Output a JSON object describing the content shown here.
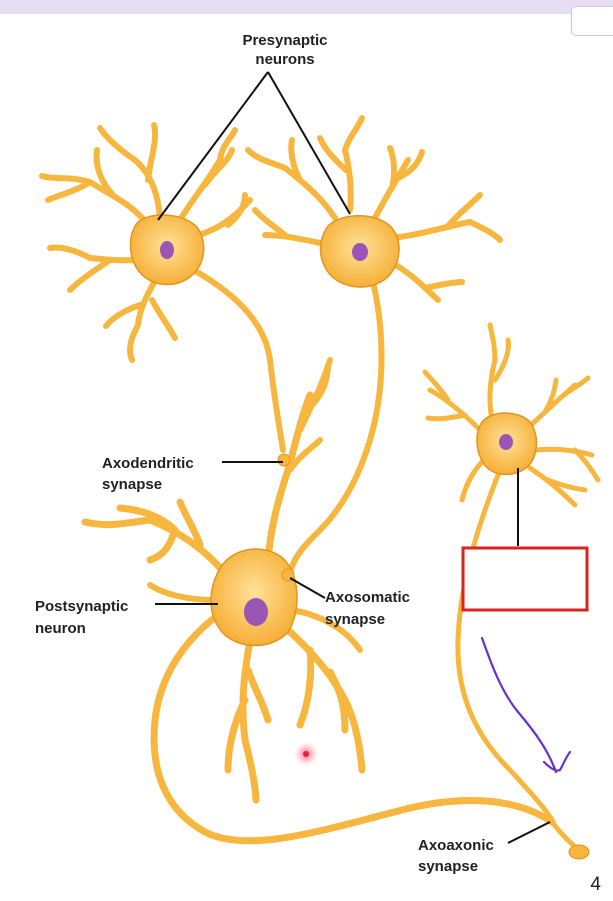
{
  "labels": {
    "presynaptic_line1": "Presynaptic",
    "presynaptic_line2": "neurons",
    "axodendritic_line1": "Axodendritic",
    "axodendritic_line2": "synapse",
    "postsynaptic_line1": "Postsynaptic",
    "postsynaptic_line2": "neuron",
    "axosomatic_line1": "Axosomatic",
    "axosomatic_line2": "synapse",
    "axoaxonic_line1": "Axoaxonic",
    "axoaxonic_line2": "synapse"
  },
  "page_number": "4",
  "colors": {
    "neuron_fill": "#f7b73e",
    "neuron_stroke": "#e3951c",
    "nucleus": "#9a55b5",
    "answer_box": "#dd2222",
    "pen_ink": "#6a2fd1",
    "top_bar": "#e7def3"
  }
}
